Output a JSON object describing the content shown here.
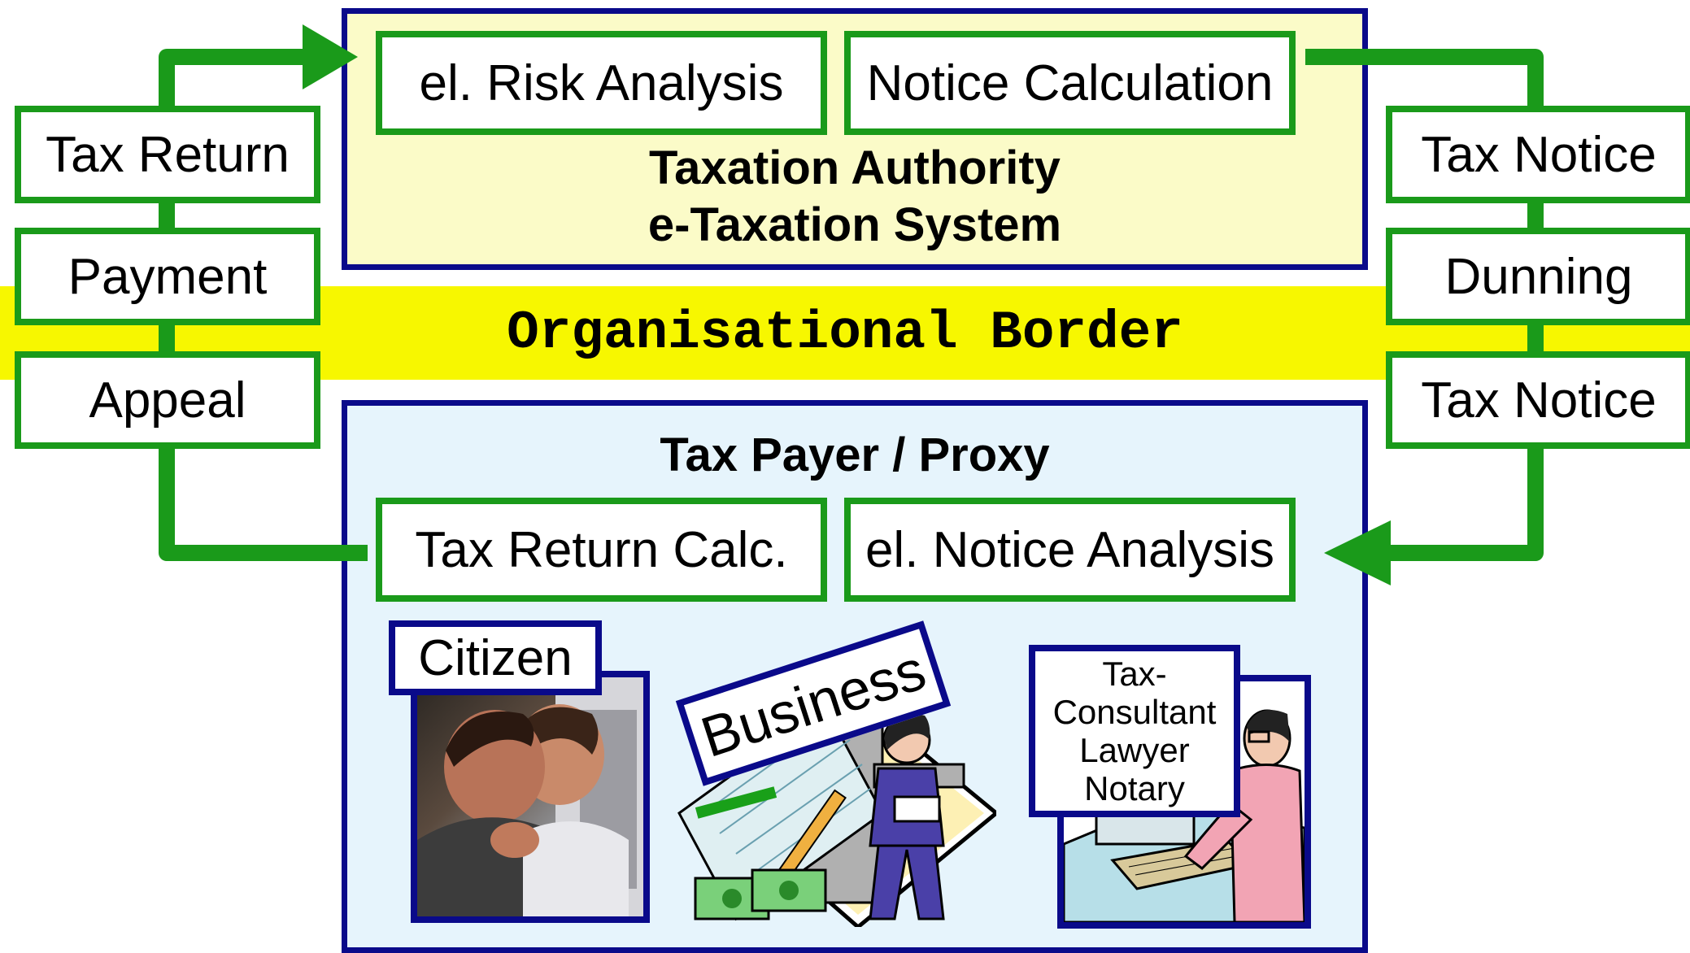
{
  "band_label": "Organisational Border",
  "authority": {
    "title_line1": "Taxation Authority",
    "title_line2": "e-Taxation System",
    "box_left": "el. Risk Analysis",
    "box_right": "Notice Calculation"
  },
  "taxpayer": {
    "title": "Tax Payer / Proxy",
    "box_left": "Tax Return Calc.",
    "box_right": "el. Notice Analysis"
  },
  "left_flow": [
    "Tax Return",
    "Payment",
    "Appeal"
  ],
  "right_flow": [
    "Tax Notice",
    "Dunning",
    "Tax Notice"
  ],
  "actors": {
    "citizen": "Citizen",
    "business": "Business",
    "consultant_lines": [
      "Tax-",
      "Consultant",
      "Lawyer",
      "Notary"
    ]
  },
  "colors": {
    "flow_green": "#1a9a1a",
    "panel_blue": "#0a0a8a",
    "authority_bg": "#fbfbc8",
    "taxpayer_bg": "#e6f4fc",
    "border_band": "#f7f700"
  }
}
